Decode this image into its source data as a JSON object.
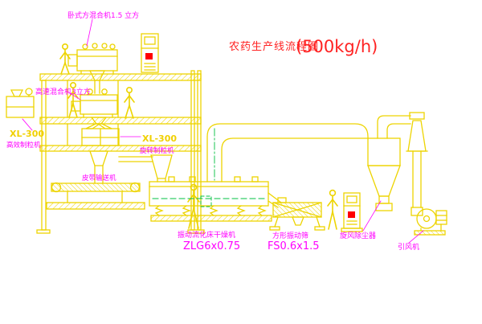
{
  "diagram": {
    "title": {
      "text": "农药生产线流程图",
      "capacity": "(500kg/h)"
    },
    "equipment_labels": {
      "top_mixer": "卧式方混合机1.5 立方",
      "high_speed_mixer": "高速混合机3立方",
      "left_granulator_model": "XL-300",
      "left_granulator_name": "高效制粒机",
      "center_granulator_model": "XL-300",
      "center_granulator_name": "旋转制粒机",
      "belt_conveyor": "皮带输送机",
      "fluid_bed_dryer_name": "振动流化床干燥机",
      "fluid_bed_dryer_model": "ZLG6x0.75",
      "vibrating_screen_name": "方形振动筛",
      "vibrating_screen_model": "FS0.6x1.5",
      "cyclone_name": "旋风除尘器",
      "fan_name": "引风机"
    },
    "colors": {
      "line_yellow": "#edd400",
      "label_magenta": "#ff00ff",
      "title_red": "#ff2222",
      "model_yellow": "#f0d000",
      "accent_red": "#ff0000",
      "accent_green": "#00c040",
      "background": "#ffffff"
    }
  }
}
